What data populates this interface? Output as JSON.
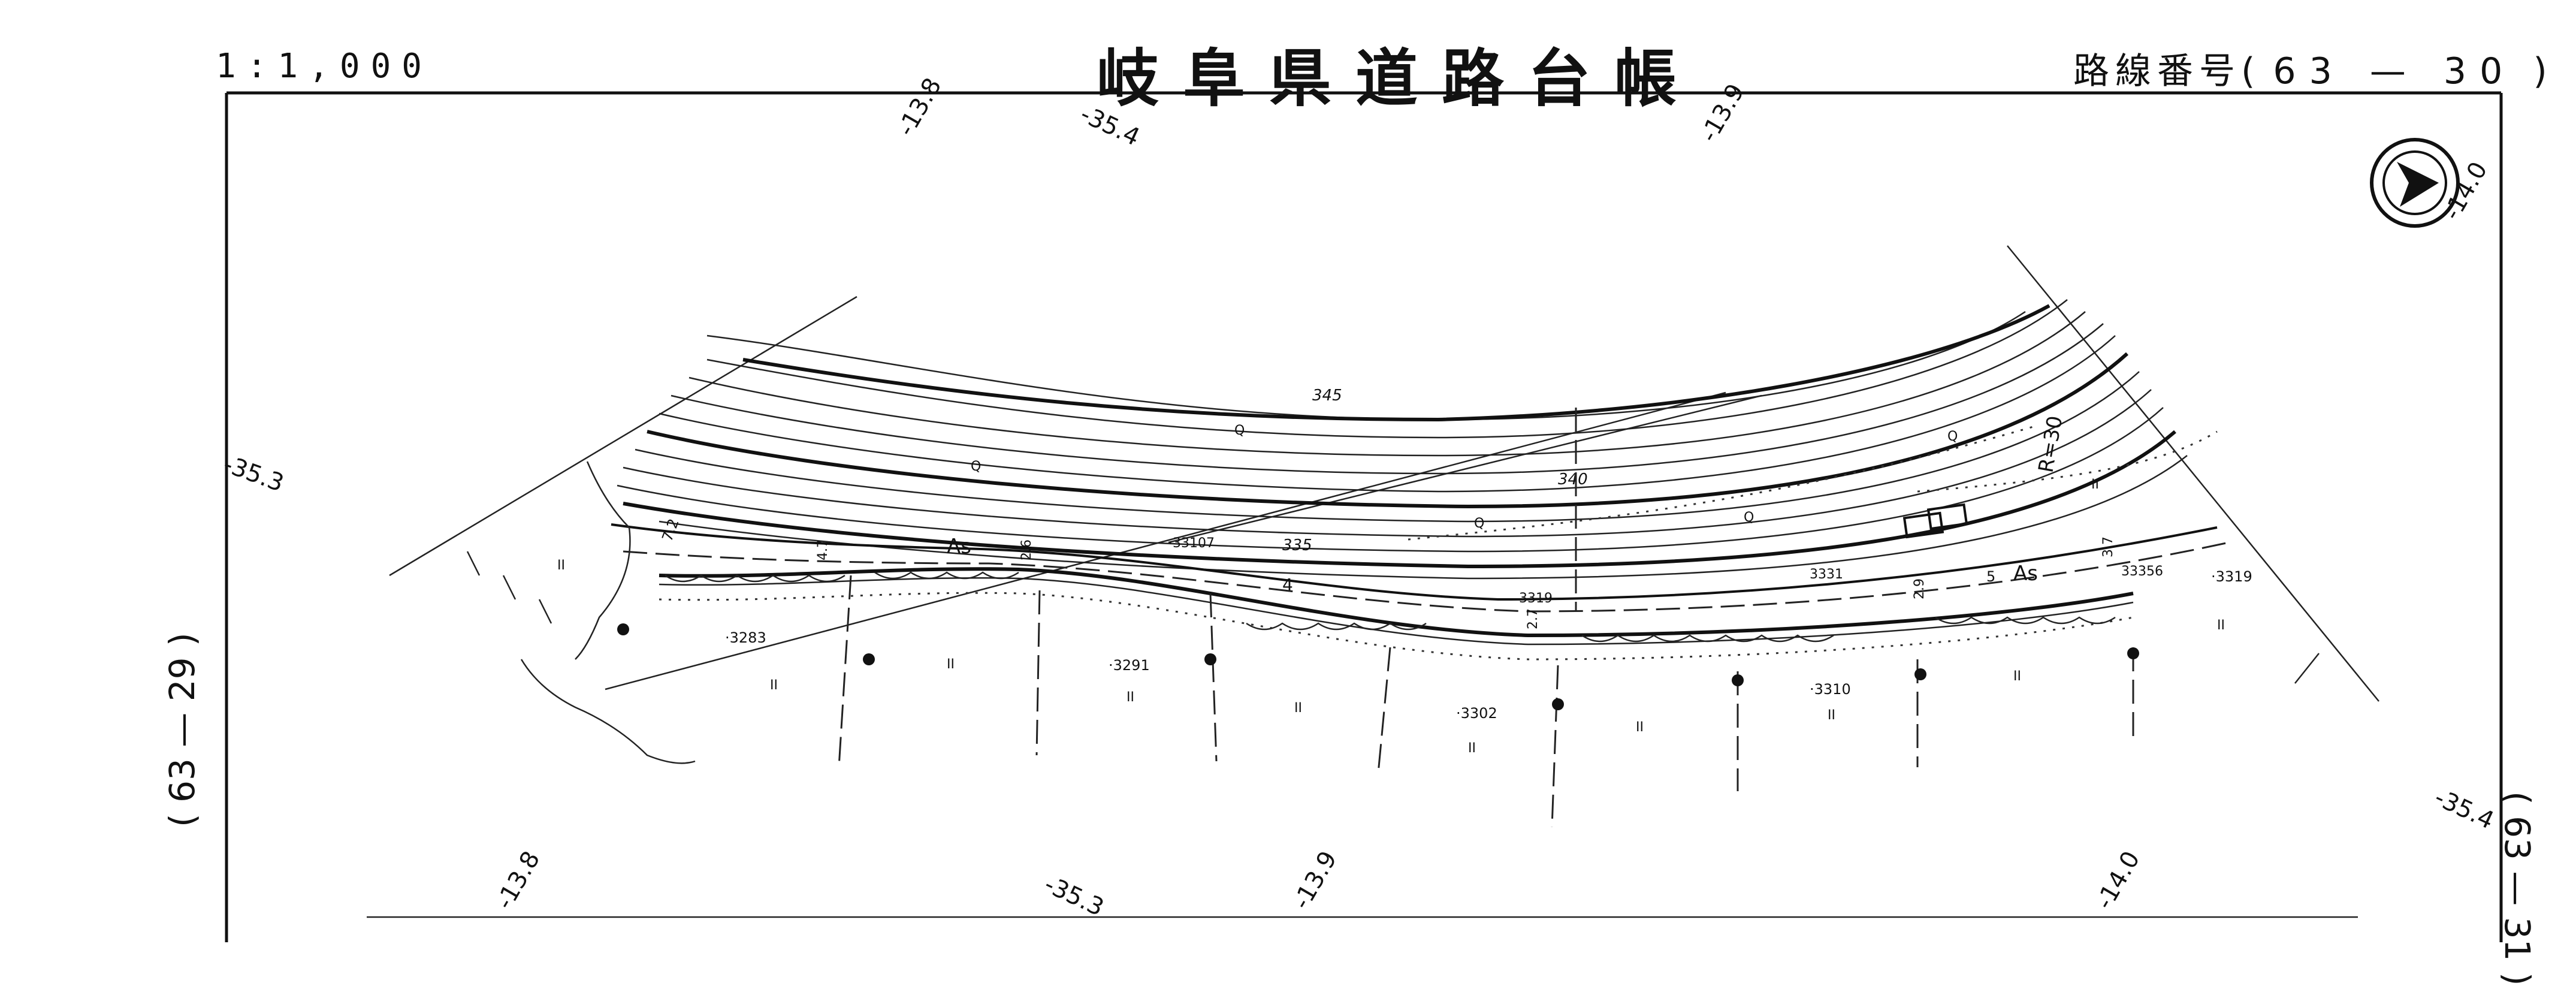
{
  "header": {
    "scale": "1:1,000",
    "title": "岐阜県道路台帳",
    "route_label": "路線番号(",
    "route_number": "63 — 30",
    "route_close": ")"
  },
  "side_labels": {
    "left": "( 63 — 29 )",
    "right": "( 63 — 31 )"
  },
  "grid_labels": {
    "top": [
      "-13.8",
      "-35.4",
      "-13.9",
      "-14.0"
    ],
    "bottom": [
      "-13.8",
      "-35.3",
      "-13.9",
      "-14.0"
    ],
    "left": "-35.3",
    "right": "-35.4"
  },
  "contours": [
    "345",
    "340",
    "335"
  ],
  "elevations": [
    "·3283",
    "·3291",
    "·3302",
    "·3310",
    "·3319",
    "·33107",
    "3319",
    "3331",
    "33356"
  ],
  "road": {
    "surface": [
      "As",
      "As"
    ],
    "widths": [
      "7.2",
      "4.7",
      "2.6",
      "4",
      "2.7",
      "5",
      "2.9",
      "3.7"
    ],
    "curve": "R=30"
  },
  "symbols": {
    "wasteland": "Q",
    "field": "II"
  },
  "icons": [
    "north-arrow-icon"
  ],
  "colors": {
    "ink": "#111111",
    "paper": "#ffffff"
  }
}
